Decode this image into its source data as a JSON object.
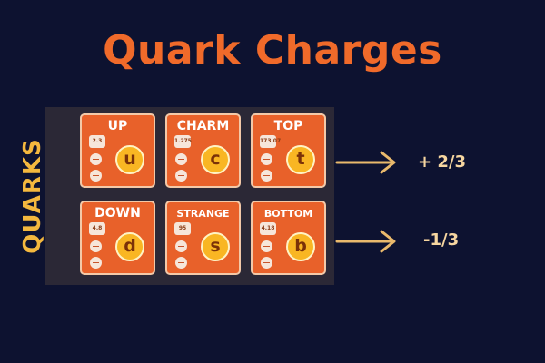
{
  "title": "Quark Charges",
  "side_label": "QUARKS",
  "quarks": [
    {
      "name": "UP",
      "symbol": "u",
      "mass": "2.3"
    },
    {
      "name": "CHARM",
      "symbol": "c",
      "mass": "1.275"
    },
    {
      "name": "TOP",
      "symbol": "t",
      "mass": "173.07"
    },
    {
      "name": "DOWN",
      "symbol": "d",
      "mass": "4.8"
    },
    {
      "name": "STRANGE",
      "symbol": "s",
      "mass": "95"
    },
    {
      "name": "BOTTOM",
      "symbol": "b",
      "mass": "4.18"
    }
  ],
  "charges": [
    "+ 2/3",
    "-1/3"
  ],
  "colors": {
    "background": "#0d1230",
    "title": "#f06a2a",
    "card": "#e8612a",
    "symbol": "#f9b623",
    "arrow": "#e9b96c",
    "side_label": "#f4b83e"
  }
}
